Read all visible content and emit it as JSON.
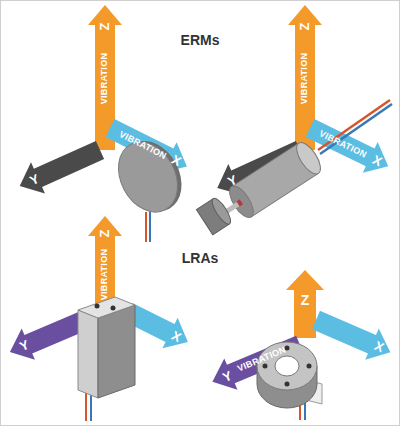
{
  "diagram": {
    "labels": [
      "ERMs",
      "Z",
      "VIBRATION",
      "Y",
      "VIBRATION",
      "X",
      "Z",
      "VIBRATION",
      "Y",
      "VIBRATION",
      "X",
      "LRAs",
      "Z",
      "VIBRATION",
      "Y",
      "X",
      "Z",
      "VIBRATION",
      "Y",
      "X"
    ]
  }
}
